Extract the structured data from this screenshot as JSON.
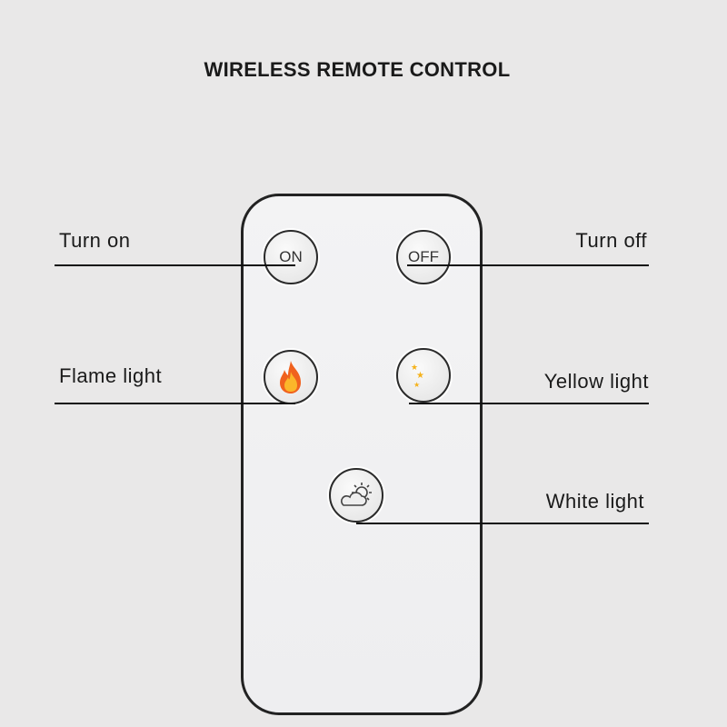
{
  "title": "WIRELESS REMOTE CONTROL",
  "buttons": {
    "on": "ON",
    "off": "OFF"
  },
  "labels": {
    "turn_on": "Turn on",
    "turn_off": "Turn off",
    "flame": "Flame light",
    "yellow": "Yellow light",
    "white": "White light"
  },
  "colors": {
    "flame": "#f39c12",
    "moon": "#f5b21b"
  }
}
